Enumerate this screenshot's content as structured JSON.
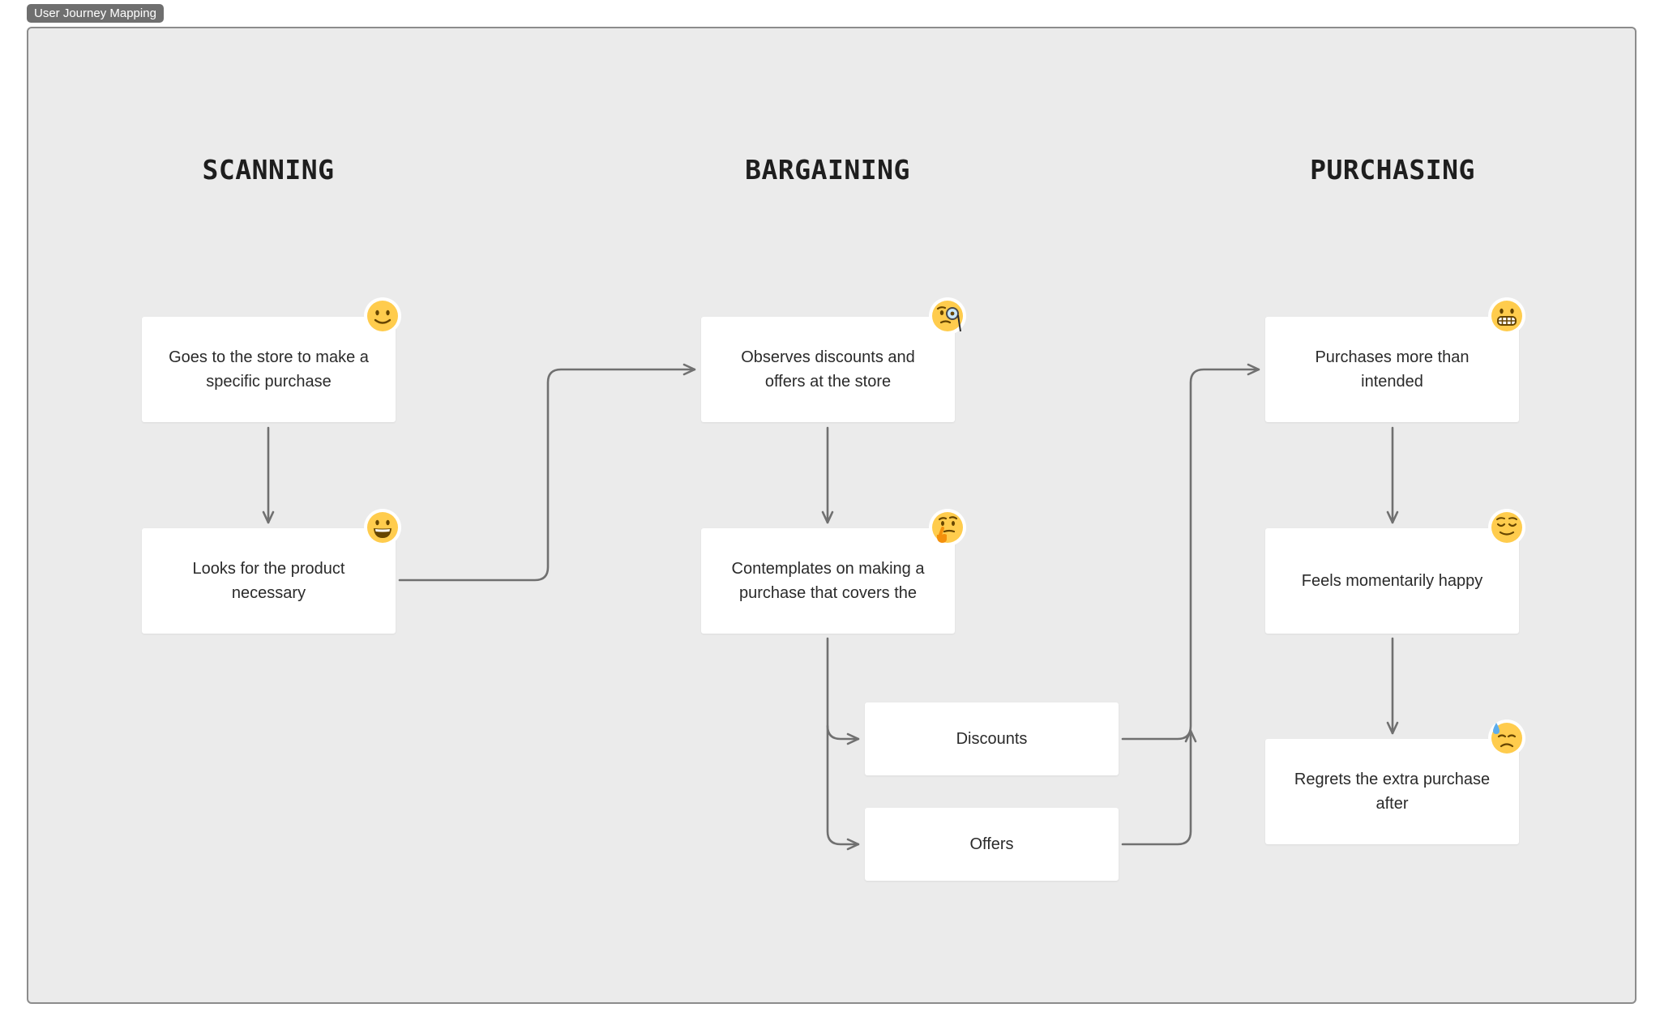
{
  "frame": {
    "label": "User Journey Mapping"
  },
  "stages": [
    {
      "title": "SCANNING"
    },
    {
      "title": "BARGAINING"
    },
    {
      "title": "PURCHASING"
    }
  ],
  "cards": {
    "scan_1": {
      "text": "Goes to the store to make a specific purchase",
      "emoji": "slightly-smiling-face-icon"
    },
    "scan_2": {
      "text": "Looks for the product necessary",
      "emoji": "grinning-face-icon"
    },
    "barg_1": {
      "text": "Observes discounts and offers at the store",
      "emoji": "face-with-monocle-icon"
    },
    "barg_2": {
      "text": "Contemplates on making a purchase that covers the",
      "emoji": "thinking-face-icon"
    },
    "barg_discounts": {
      "text": "Discounts"
    },
    "barg_offers": {
      "text": "Offers"
    },
    "purch_1": {
      "text": "Purchases more than intended",
      "emoji": "grimacing-face-icon"
    },
    "purch_2": {
      "text": "Feels momentarily happy",
      "emoji": "relieved-face-icon"
    },
    "purch_3": {
      "text": "Regrets the extra purchase after",
      "emoji": "downcast-face-with-sweat-icon"
    }
  },
  "colors": {
    "canvas": "#ebebeb",
    "card": "#ffffff",
    "connector": "#707070",
    "emoji_face": "#ffcc4d",
    "emoji_feature": "#664500"
  }
}
